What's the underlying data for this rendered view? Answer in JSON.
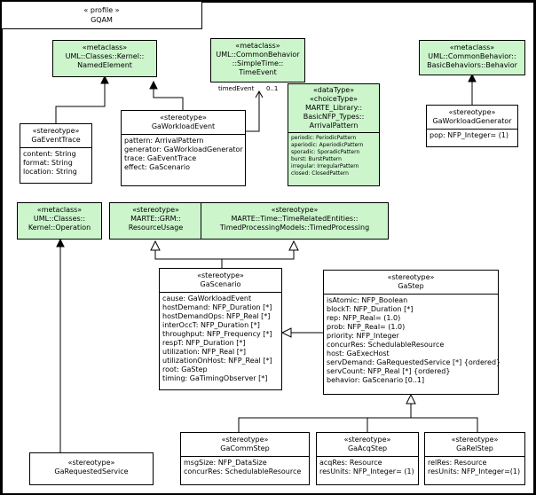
{
  "profile": {
    "stereotype": "« profile »",
    "name": "GQAM"
  },
  "classes": {
    "named_element": {
      "lines": [
        "«metaclass»",
        "UML::Classes::Kernel::",
        "NamedElement"
      ]
    },
    "time_event": {
      "lines": [
        "«metaclass»",
        "UML::CommonBehavior",
        "::SimpleTime::",
        "TimeEvent"
      ]
    },
    "behavior": {
      "lines": [
        "«metaclass»",
        "UML::CommonBehavior::",
        "BasicBehaviors::Behavior"
      ]
    },
    "arrival_pattern": {
      "lines": [
        "«dataType»",
        "«choiceType»",
        "MARTE_Library::",
        "BasicNFP_Types::",
        "ArrivalPattern"
      ],
      "attrs": [
        "periodic: PeriodicPattern",
        "aperiodic: AperiodicPattern",
        "sporadic: SporadicPattern",
        "burst: BurstPattern",
        "irregular: IrregularPattern",
        "closed: ClosedPattern"
      ]
    },
    "event_trace": {
      "lines": [
        "«stereotype»",
        "GaEventTrace"
      ],
      "attrs": [
        "content: String",
        "format: String",
        "location: String"
      ]
    },
    "workload_event": {
      "lines": [
        "«stereotype»",
        "GaWorkloadEvent"
      ],
      "attrs": [
        "pattern: ArrivalPattern",
        "generator: GaWorkloadGenerator",
        "trace: GaEventTrace",
        "effect: GaScenario"
      ]
    },
    "workload_generator": {
      "lines": [
        "«stereotype»",
        "GaWorkloadGenerator"
      ],
      "attrs": [
        "pop: NFP_Integer= (1)"
      ]
    },
    "operation": {
      "lines": [
        "«metaclass»",
        "UML::Classes::",
        "Kernel::Operation"
      ]
    },
    "resource_usage": {
      "lines": [
        "«stereotype»",
        "MARTE::GRM::",
        "ResourceUsage"
      ]
    },
    "timed_processing": {
      "lines": [
        "«stereotype»",
        "MARTE::Time::TimeRelatedEntities::",
        "TimedProcessingModels::TimedProcessing"
      ]
    },
    "scenario": {
      "lines": [
        "«stereotype»",
        "GaScenario"
      ],
      "attrs": [
        "cause: GaWorkloadEvent",
        "hostDemand: NFP_Duration [*]",
        "hostDemandOps: NFP_Real [*]",
        "interOccT: NFP_Duration [*]",
        "throughput: NFP_Frequency [*]",
        "respT: NFP_Duration [*]",
        "utilization: NFP_Real [*]",
        "utilizationOnHost: NFP_Real [*]",
        "root: GaStep",
        "timing: GaTimingObserver [*]"
      ]
    },
    "step": {
      "lines": [
        "«stereotype»",
        "GaStep"
      ],
      "attrs": [
        "isAtomic: NFP_Boolean",
        "blockT: NFP_Duration [*]",
        "rep: NFP_Real= (1.0)",
        "prob: NFP_Real= (1.0)",
        "priority: NFP_Integer",
        "concurRes: SchedulableResource",
        "host: GaExecHost",
        "servDemand: GaRequestedService [*] {ordered}",
        "servCount: NFP_Real [*] {ordered}",
        "behavior: GaScenario [0..1]"
      ]
    },
    "requested_service": {
      "lines": [
        "«stereotype»",
        "GaRequestedService"
      ]
    },
    "comm_step": {
      "lines": [
        "«stereotype»",
        "GaCommStep"
      ],
      "attrs": [
        "msgSize: NFP_DataSize",
        "concurRes: SchedulableResource"
      ]
    },
    "acq_step": {
      "lines": [
        "«stereotype»",
        "GaAcqStep"
      ],
      "attrs": [
        "acqRes: Resource",
        "resUnits: NFP_Integer= (1)"
      ]
    },
    "rel_step": {
      "lines": [
        "«stereotype»",
        "GaRelStep"
      ],
      "attrs": [
        "relRes: Resource",
        "resUnits: NFP_Integer=(1)"
      ]
    }
  },
  "labels": {
    "timed_event": "timedEvent",
    "multiplicity": "0..1"
  }
}
